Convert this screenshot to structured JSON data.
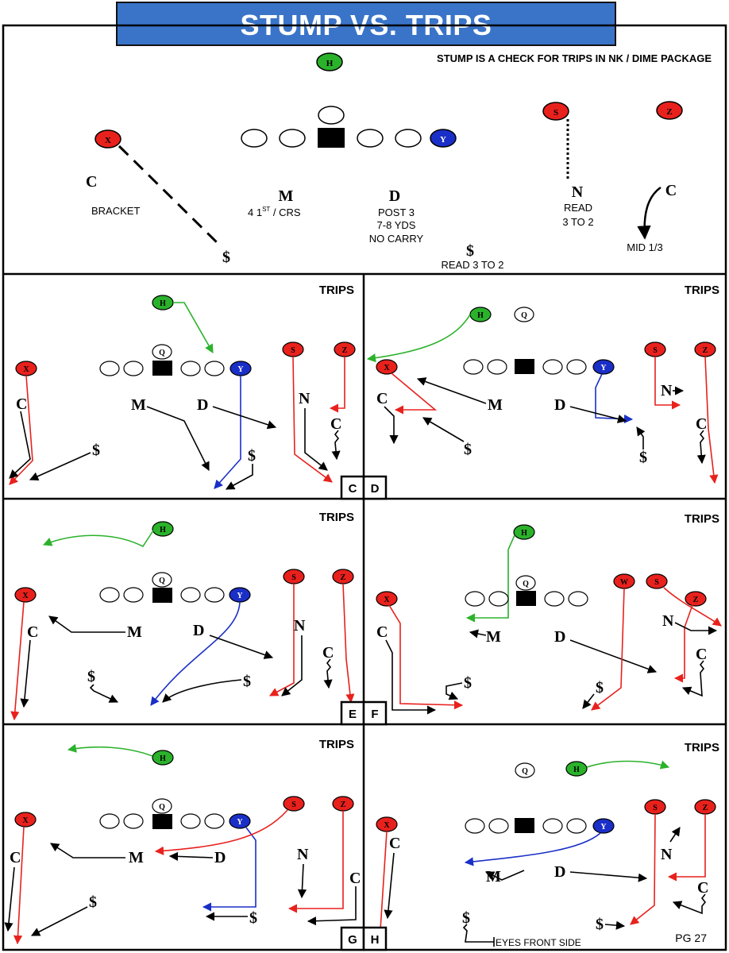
{
  "header": {
    "title": "STUMP VS. TRIPS",
    "subtitle": "STUMP IS A CHECK FOR TRIPS IN NK / DIME PACKAGE",
    "page_number": "PG 27"
  },
  "top_diagram": {
    "players": {
      "H": "H",
      "X": "X",
      "Y": "Y",
      "S": "S",
      "Z": "Z"
    },
    "defenders": {
      "C_left": "C",
      "M": "M",
      "D": "D",
      "N": "N",
      "C_right": "C",
      "dollar_left": "$",
      "dollar_mid": "$"
    },
    "labels": {
      "bracket": "BRACKET",
      "m_note_prefix": "4 1",
      "m_note_sup": "ST",
      "m_note_suffix": " / CRS",
      "d_note_1": "POST 3",
      "d_note_2": "7-8 YDS",
      "d_note_3": "NO CARRY",
      "n_note_1": "READ",
      "n_note_2": "3 TO 2",
      "c_note": "MID 1/3",
      "dollar_note": "READ 3 TO 2"
    }
  },
  "panels": {
    "trips_label": "TRIPS",
    "box_letters": [
      "C",
      "D",
      "E",
      "F",
      "G",
      "H"
    ],
    "eyes_note": "EYES FRONT SIDE",
    "symbols": {
      "Q": "Q",
      "M": "M",
      "D": "D",
      "N": "N",
      "C": "C",
      "dollar": "$",
      "W": "W"
    }
  },
  "colors": {
    "title_bg": "#3a74c9",
    "red_player": "#e8211d",
    "green_player": "#2bb22b",
    "blue_player": "#1a2fc7",
    "red_route": "#e8211d",
    "green_route": "#2bb22b",
    "blue_route": "#1a2fc7"
  }
}
